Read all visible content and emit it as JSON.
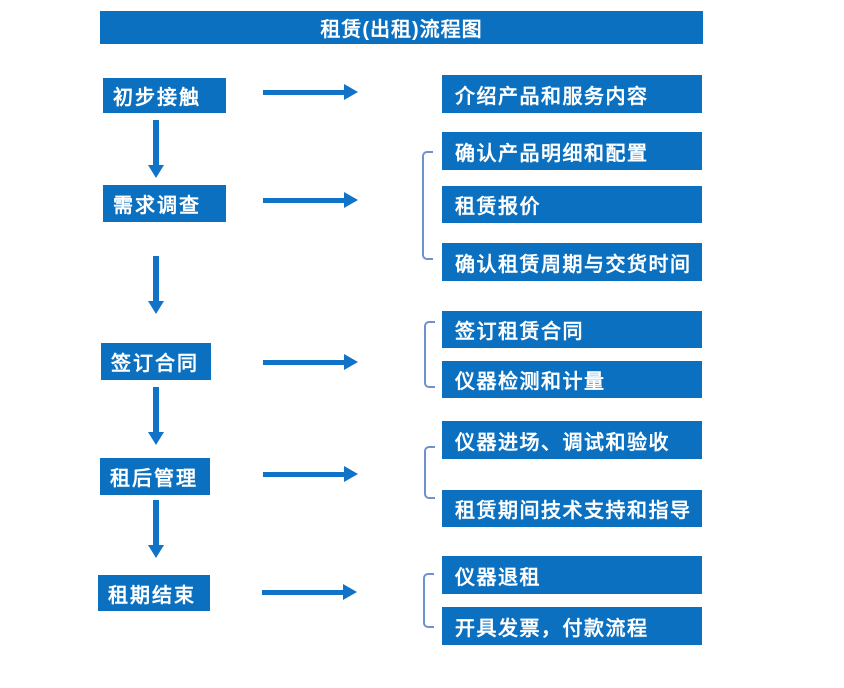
{
  "title": "租赁(出租)流程图",
  "colors": {
    "primary": "#0b70c0",
    "arrow": "#1173c8",
    "bracket": "#7091cd",
    "box-text": "#ffffff"
  },
  "steps": [
    {
      "label": "初步接触",
      "outputs": [
        "介绍产品和服务内容"
      ]
    },
    {
      "label": "需求调查",
      "outputs": [
        "确认产品明细和配置",
        "租赁报价",
        "确认租赁周期与交货时间"
      ]
    },
    {
      "label": "签订合同",
      "outputs": [
        "签订租赁合同",
        "仪器检测和计量"
      ]
    },
    {
      "label": "租后管理",
      "outputs": [
        "仪器进场、调试和验收",
        "租赁期间技术支持和指导"
      ]
    },
    {
      "label": "租期结束",
      "outputs": [
        "仪器退租",
        "开具发票，付款流程"
      ]
    }
  ]
}
